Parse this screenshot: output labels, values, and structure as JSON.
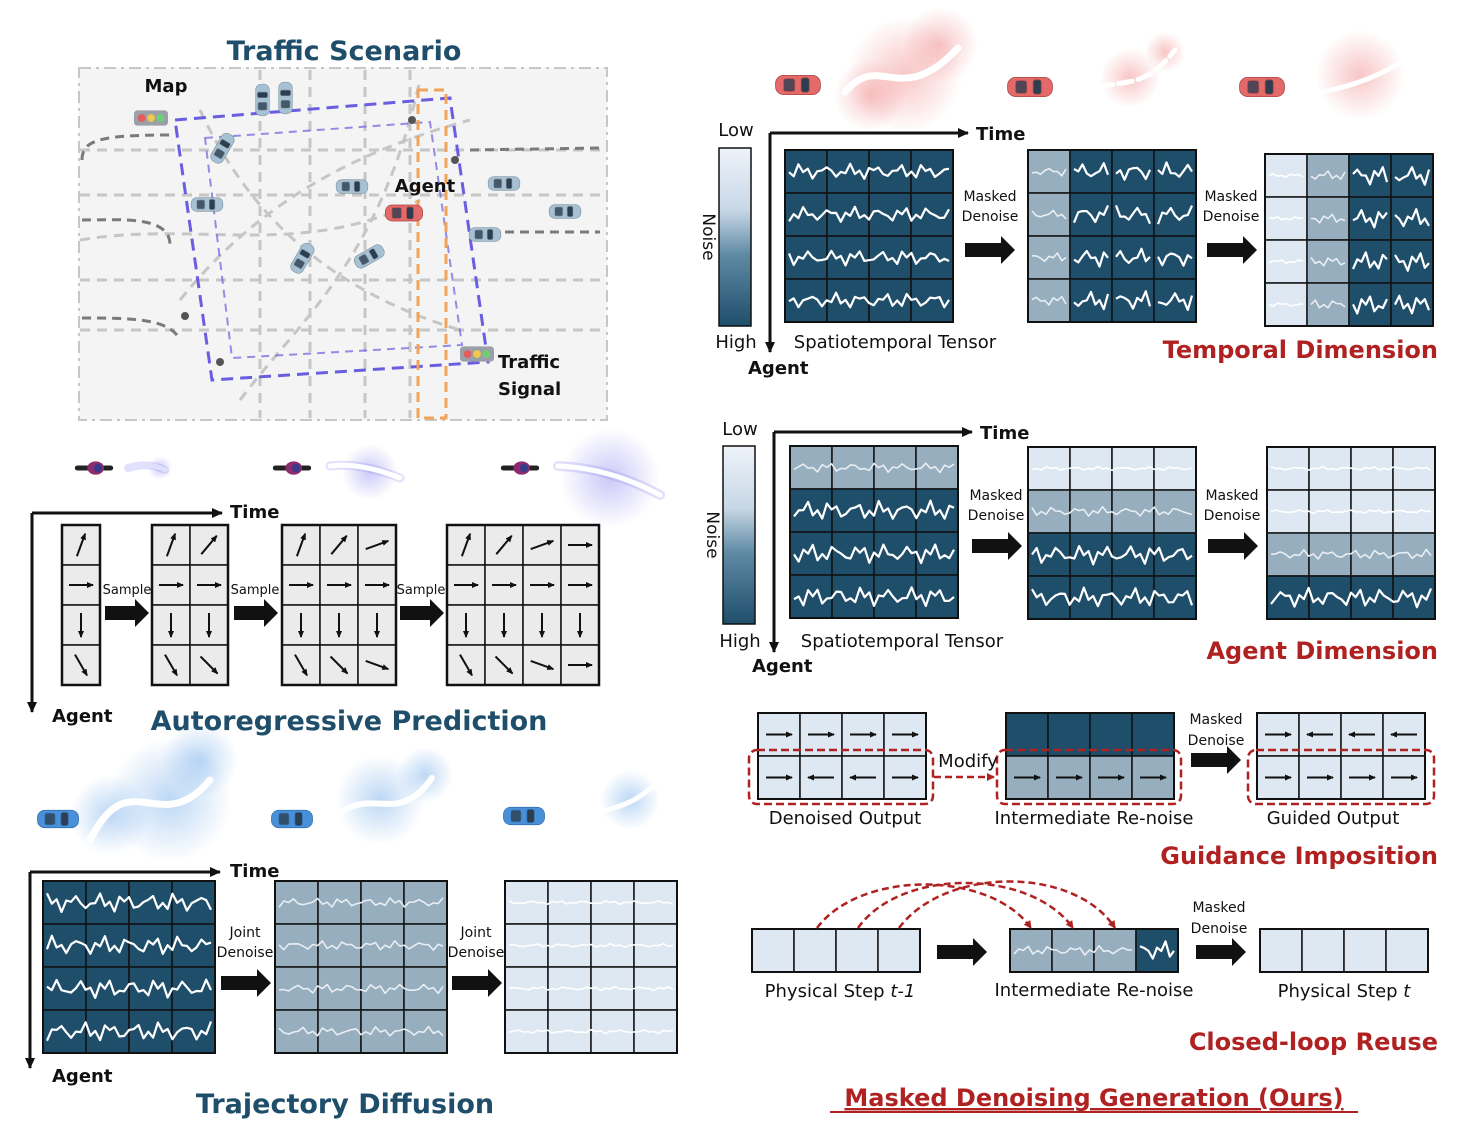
{
  "colors": {
    "dark": "#1f4e6b",
    "mid": "#96aebe",
    "light": "#dde8f3",
    "red": "#b02222",
    "blue_purple": "#6a5ee0",
    "orange": "#f1a35a"
  },
  "scenario": {
    "title": "Traffic Scenario",
    "map": "Map",
    "agent": "Agent",
    "signal_1": "Traffic",
    "signal_2": "Signal"
  },
  "autoregressive": {
    "title": "Autoregressive Prediction",
    "time": "Time",
    "agent": "Agent",
    "sample": "Sample"
  },
  "diffusion": {
    "title": "Trajectory Diffusion",
    "time": "Time",
    "agent": "Agent",
    "joint_1": "Joint",
    "joint_2": "Denoise"
  },
  "masked": {
    "time": "Time",
    "agent": "Agent",
    "low": "Low",
    "high": "High",
    "noise": "Noise",
    "tensor": "Spatiotemporal Tensor",
    "md_1": "Masked",
    "md_2": "Denoise",
    "temporal": "Temporal Dimension",
    "agentdim": "Agent Dimension"
  },
  "guidance": {
    "denoised": "Denoised Output",
    "modify": "Modify",
    "renoise": "Intermediate Re-noise",
    "guided": "Guided Output",
    "title": "Guidance Imposition"
  },
  "closed": {
    "prev_label": "Physical Step ",
    "prev_var": "t-1",
    "renoise": "Intermediate Re-noise",
    "next_label": "Physical Step ",
    "next_var": "t",
    "title": "Closed-loop Reuse"
  },
  "footer": {
    "title": "Masked Denoising Generation (Ours)"
  }
}
